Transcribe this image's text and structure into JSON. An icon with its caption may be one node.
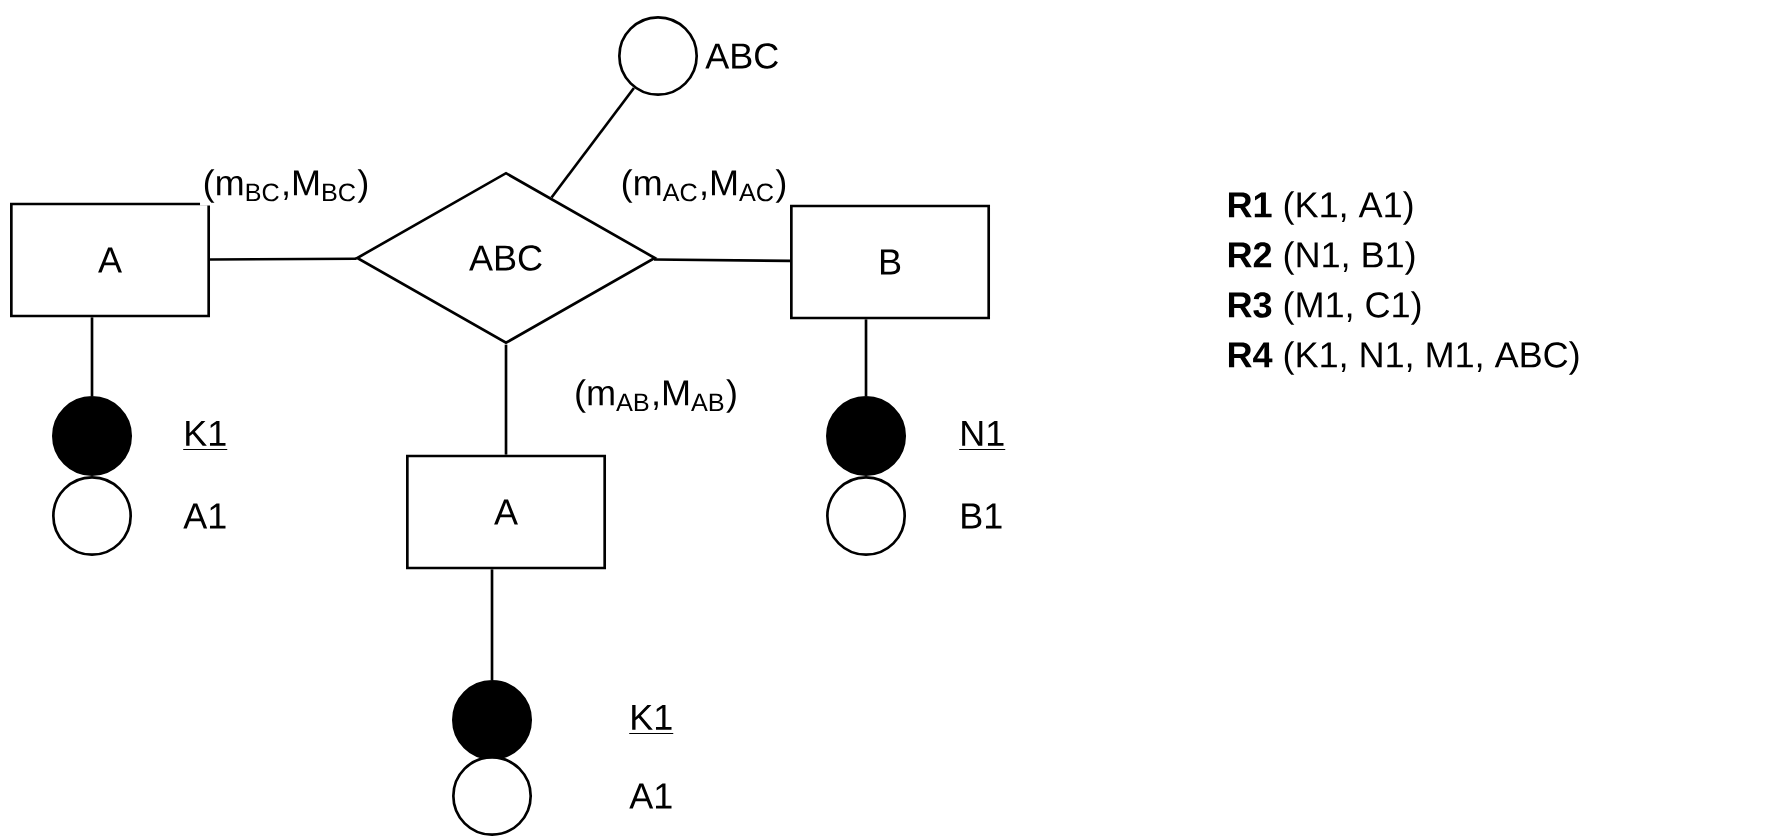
{
  "diagram": {
    "nodes": [
      {
        "text": [
          "A"
        ]
      },
      {
        "text": [
          "ABC"
        ]
      },
      {
        "text": [
          "B"
        ]
      },
      {
        "text": [
          "A"
        ]
      },
      {
        "text": [],
        "shape": "circle",
        "beside": [
          "ABC"
        ]
      },
      {
        "text": [],
        "shape": "dot",
        "beside": [
          "K1"
        ]
      },
      {
        "text": [],
        "shape": "circle",
        "beside": [
          "A1"
        ]
      },
      {
        "text": [],
        "shape": "dot",
        "beside": [
          "N1"
        ]
      },
      {
        "text": [],
        "shape": "circle",
        "beside": [
          "B1"
        ]
      },
      {
        "text": [],
        "shape": "dot",
        "beside": [
          "K1"
        ]
      },
      {
        "text": [],
        "shape": "circle",
        "beside": [
          "A1"
        ]
      }
    ],
    "edges": [
      {
        "from": 0,
        "to": 1,
        "arrow": "none",
        "label": "(m$_{BC}$,M$_{BC}$)"
      },
      {
        "from": 1,
        "to": 2,
        "arrow": "none",
        "label": "(m$_{AC}$,M$_{AC}$)"
      },
      {
        "from": 1,
        "to": 3,
        "arrow": "none",
        "label": "(m$_{AB}$,M$_{AB}$)"
      },
      {
        "from": 1,
        "to": 4,
        "arrow": "none"
      },
      {
        "from": 0,
        "to": 5,
        "arrow": "none"
      },
      {
        "from": 2,
        "to": 7,
        "arrow": "none"
      },
      {
        "from": 3,
        "to": 9,
        "arrow": "none"
      }
    ],
    "labels": [
      "**R1** (K1, A1)",
      "**R2** (N1, B1)",
      "**R3** (M1, C1)",
      "**R4** (K1, N1, M1, ABC)"
    ]
  }
}
